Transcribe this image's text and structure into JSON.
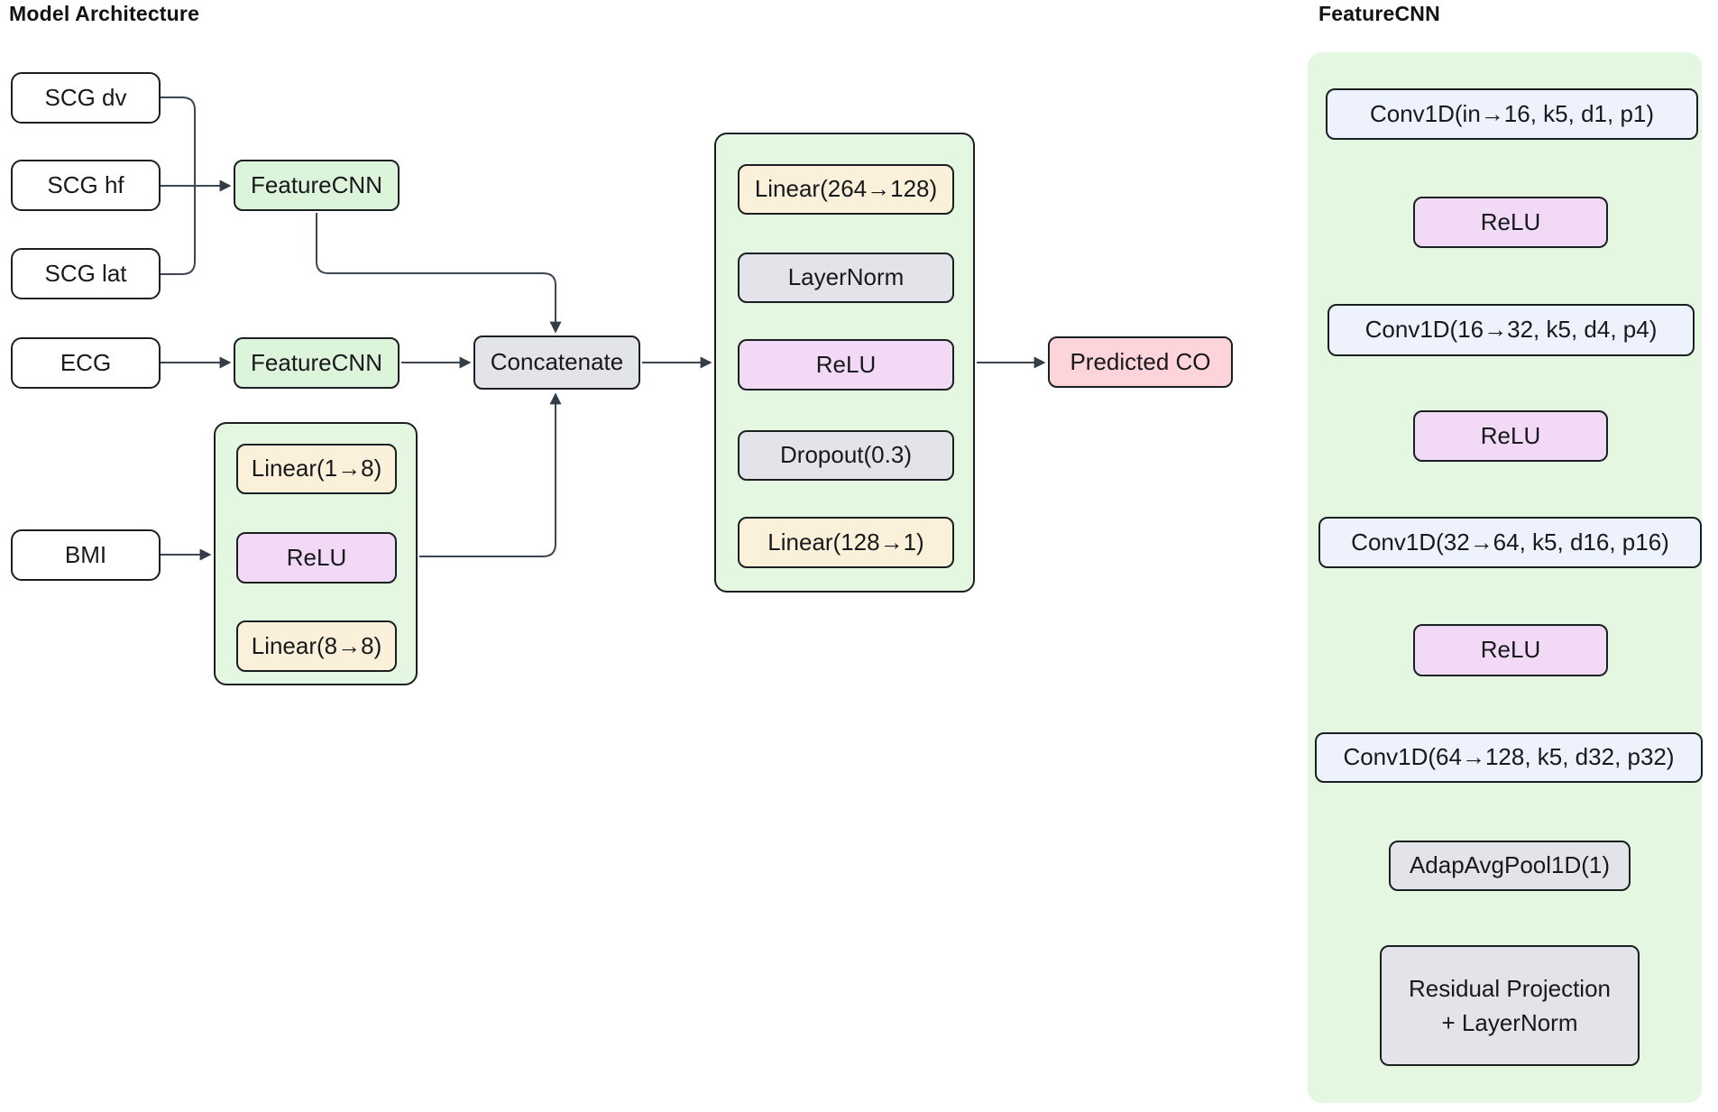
{
  "main": {
    "title": "Model Architecture",
    "inputs": [
      {
        "label": "SCG dv"
      },
      {
        "label": "SCG hf"
      },
      {
        "label": "SCG lat"
      },
      {
        "label": "ECG"
      },
      {
        "label": "BMI"
      }
    ],
    "scg_feature_cnn": {
      "label": "FeatureCNN"
    },
    "ecg_feature_cnn": {
      "label": "FeatureCNN"
    },
    "bmi_mlp": {
      "layers": [
        {
          "label": "Linear(1→8)"
        },
        {
          "label": "ReLU"
        },
        {
          "label": "Linear(8→8)"
        }
      ]
    },
    "concatenate": {
      "label": "Concatenate"
    },
    "head": {
      "layers": [
        {
          "label": "Linear(264→128)"
        },
        {
          "label": "LayerNorm"
        },
        {
          "label": "ReLU"
        },
        {
          "label": "Dropout(0.3)"
        },
        {
          "label": "Linear(128→1)"
        }
      ]
    },
    "output": {
      "label": "Predicted CO"
    }
  },
  "detail": {
    "title": "FeatureCNN",
    "layers": [
      {
        "label": "Conv1D(in→16, k5, d1, p1)"
      },
      {
        "label": "ReLU"
      },
      {
        "label": "Conv1D(16→32, k5, d4, p4)"
      },
      {
        "label": "ReLU"
      },
      {
        "label": "Conv1D(32→64, k5, d16, p16)"
      },
      {
        "label": "ReLU"
      },
      {
        "label": "Conv1D(64→128, k5, d32, p32)"
      },
      {
        "label": "AdapAvgPool1D(1)"
      },
      {
        "label": "Residual Projection",
        "label2": "+ LayerNorm"
      }
    ]
  },
  "colors": {
    "node_green": "#dcf4d9",
    "container_green": "#e4f7e1",
    "yellow": "#fbf0d9",
    "purple": "#f2daf7",
    "gray": "#e3e3ea",
    "light_blue": "#edf2fc",
    "pink": "#fcd4d9",
    "white": "#ffffff",
    "border": "#1c1f22",
    "arrow": "#3d4753",
    "text": "#17191c"
  }
}
